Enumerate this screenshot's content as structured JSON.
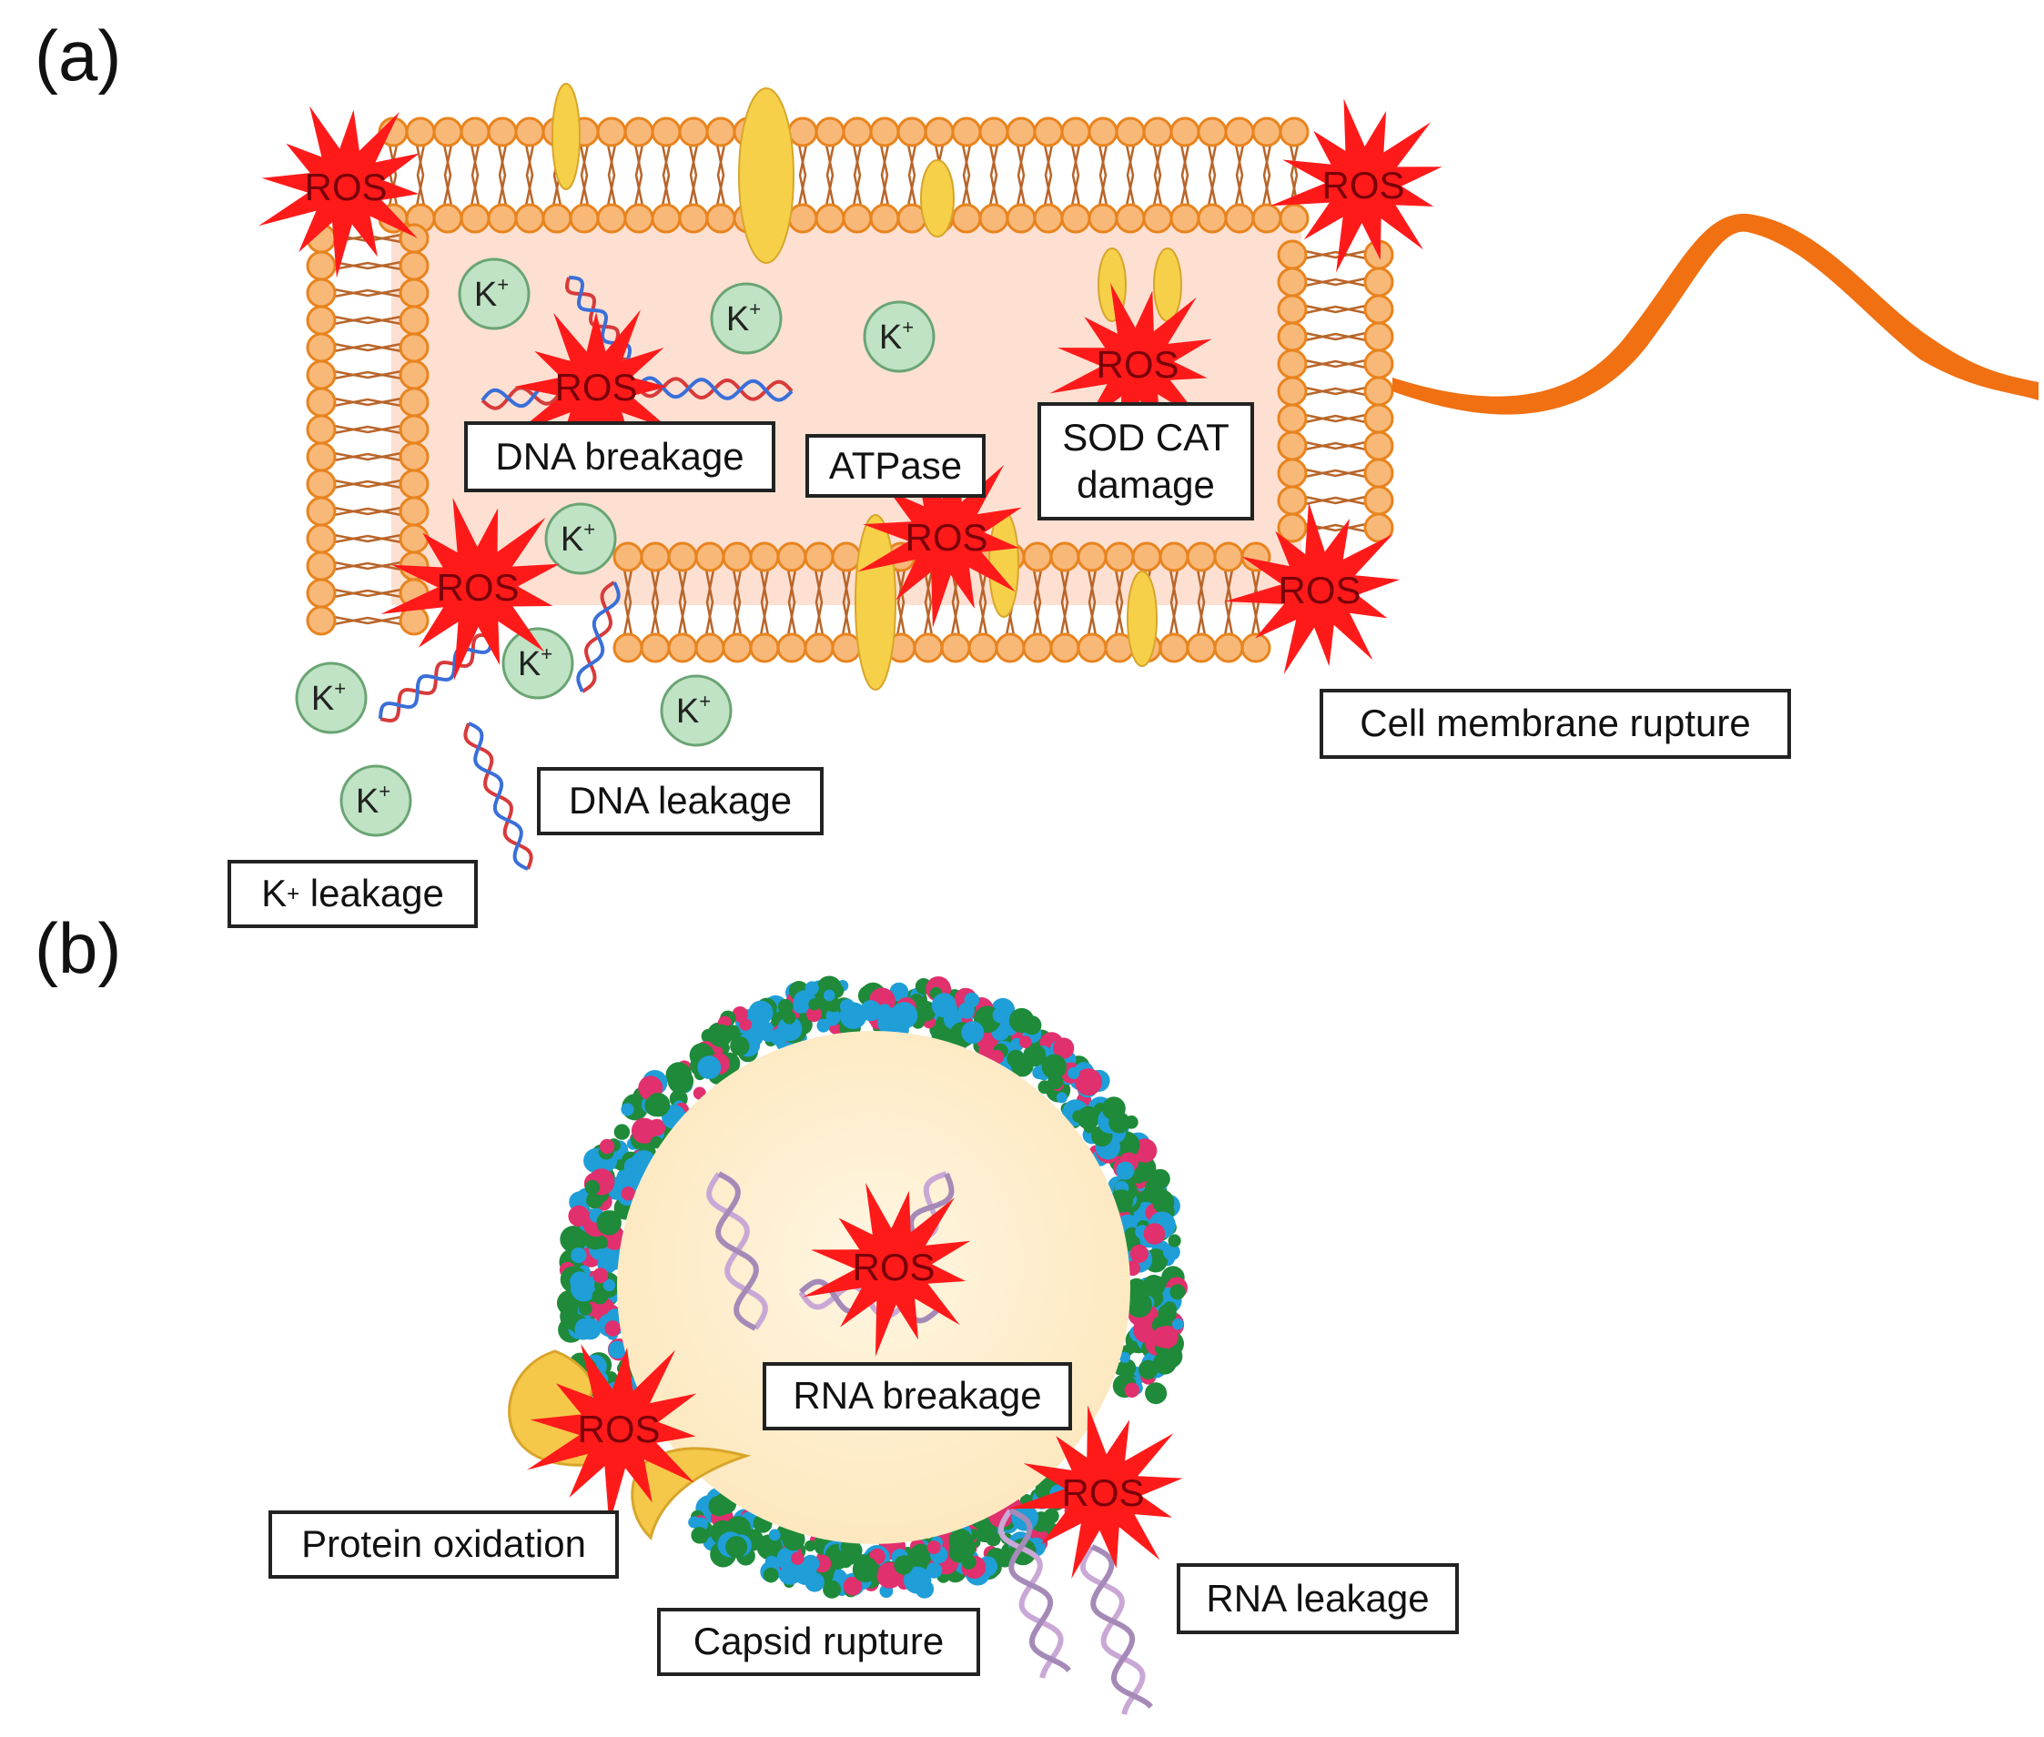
{
  "panels": {
    "a": {
      "label": "(a)"
    },
    "b": {
      "label": "(b)"
    }
  },
  "ros_label": "ROS",
  "k_ion": {
    "symbol": "K",
    "charge": "+"
  },
  "labels": {
    "dna_breakage": "DNA breakage",
    "atpase": "ATPase",
    "sod_cat_line1": "SOD CAT",
    "sod_cat_line2": "damage",
    "cell_membrane_rupture": "Cell membrane rupture",
    "dna_leakage": "DNA leakage",
    "k_leakage_symbol": "K",
    "k_leakage_charge": "+",
    "k_leakage_text": " leakage",
    "rna_breakage": "RNA breakage",
    "protein_oxidation": "Protein oxidation",
    "capsid_rupture": "Capsid rupture",
    "rna_leakage": "RNA leakage"
  },
  "colors": {
    "lipid_head": "#f8b878",
    "lipid_head_stroke": "#e8841e",
    "lipid_tail": "#b8652a",
    "cytoplasm": "#fde0d2",
    "protein": "#f7d04a",
    "flagellum": "#f07012",
    "ros_star": "#ff1a1a",
    "ros_text": "#7a0008",
    "k_ion_fill": "#bfe3c4",
    "k_ion_stroke": "#6aa474",
    "dna_red": "#d83a3a",
    "dna_blue": "#3a6fd8",
    "capsid_green": "#1f8a3a",
    "capsid_blue": "#1f9ed8",
    "capsid_pink": "#e0306e",
    "virus_core": "#fdeec8",
    "rna": "#c9a8d6"
  }
}
